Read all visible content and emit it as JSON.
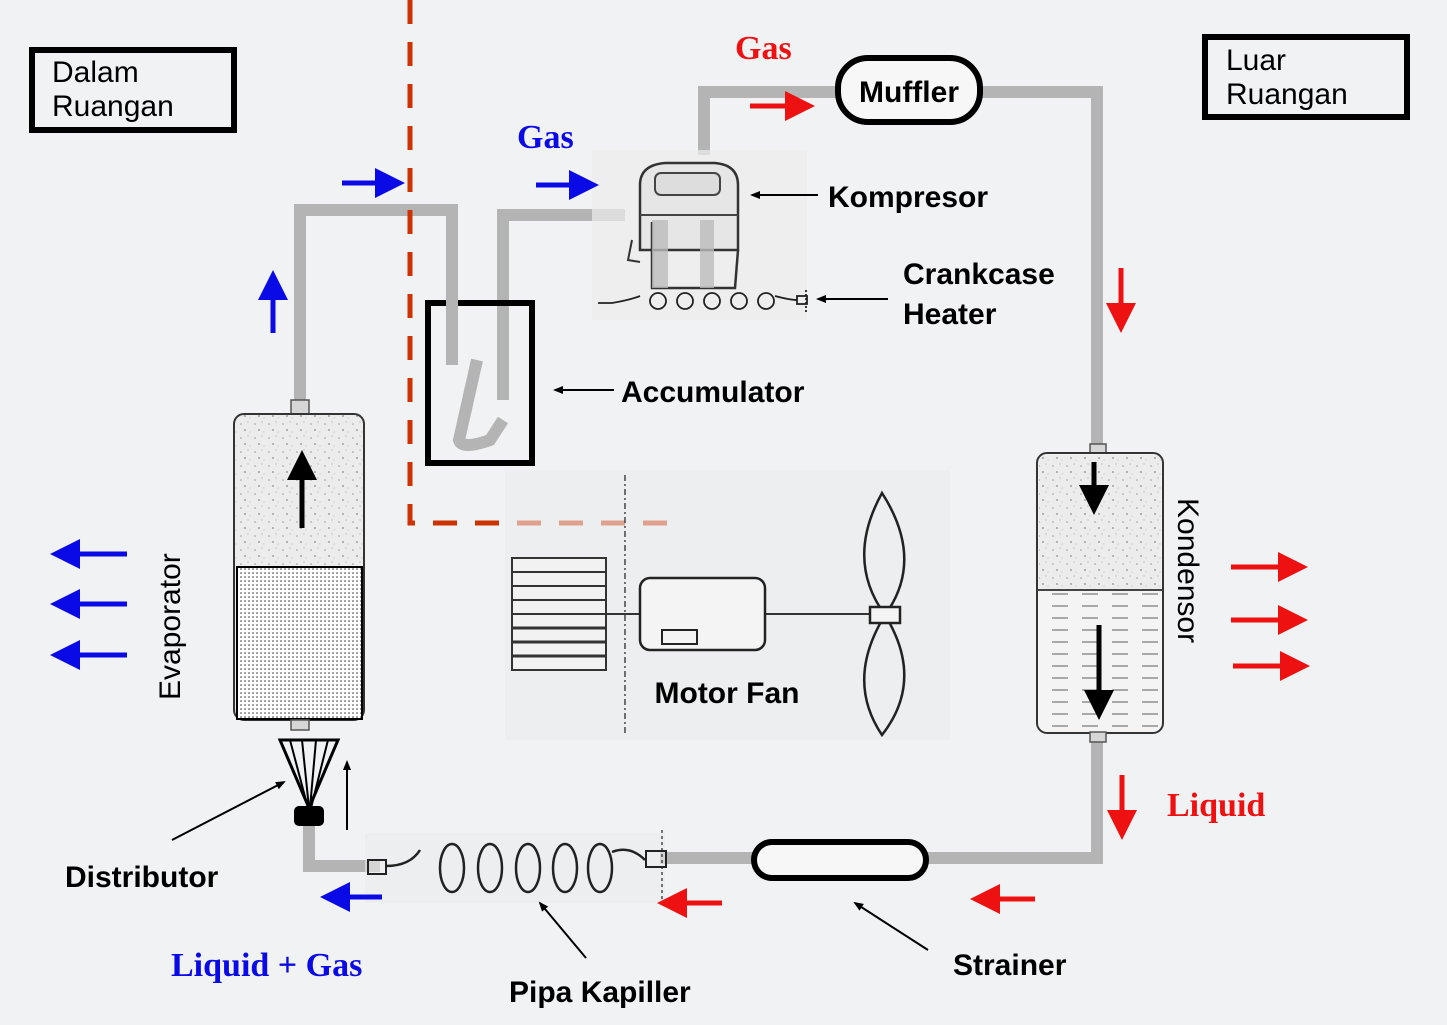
{
  "regions": {
    "indoor": "Dalam Ruangan",
    "indoor_lines": [
      "Dalam",
      "Ruangan"
    ],
    "outdoor": "Luar Ruangan",
    "outdoor_lines": [
      "Luar",
      "Ruangan"
    ]
  },
  "components": {
    "muffler": "Muffler",
    "compressor": "Kompresor",
    "crankcase_heater_lines": [
      "Crankcase",
      "Heater"
    ],
    "accumulator": "Accumulator",
    "motor_fan": "Motor Fan",
    "evaporator": "Evaporator",
    "condenser": "Kondensor",
    "distributor": "Distributor",
    "capillary_tube": "Pipa Kapiller",
    "strainer": "Strainer"
  },
  "flow_labels": {
    "gas_high": "Gas",
    "gas_low": "Gas",
    "liquid": "Liquid",
    "liquid_gas": "Liquid + Gas"
  },
  "colors": {
    "high_pressure": "#ee1111",
    "low_pressure": "#0a0ae6",
    "pipe": "#b4b4b4",
    "boundary": "#cc3300",
    "background": "#f1f2f4"
  }
}
